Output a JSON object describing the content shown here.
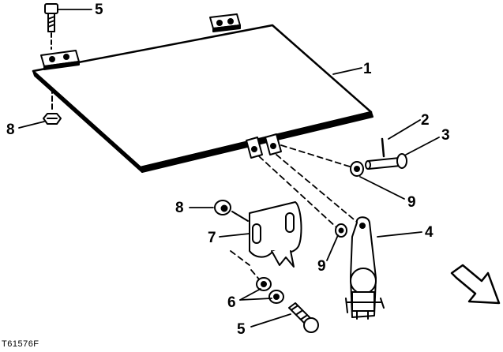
{
  "figure_id": "T61576F",
  "callouts": {
    "c1": "1",
    "c2": "2",
    "c3": "3",
    "c4": "4",
    "c5_top": "5",
    "c5_bottom": "5",
    "c6": "6",
    "c7": "7",
    "c8_top": "8",
    "c8_mid": "8",
    "c9_right": "9",
    "c9_left": "9"
  }
}
